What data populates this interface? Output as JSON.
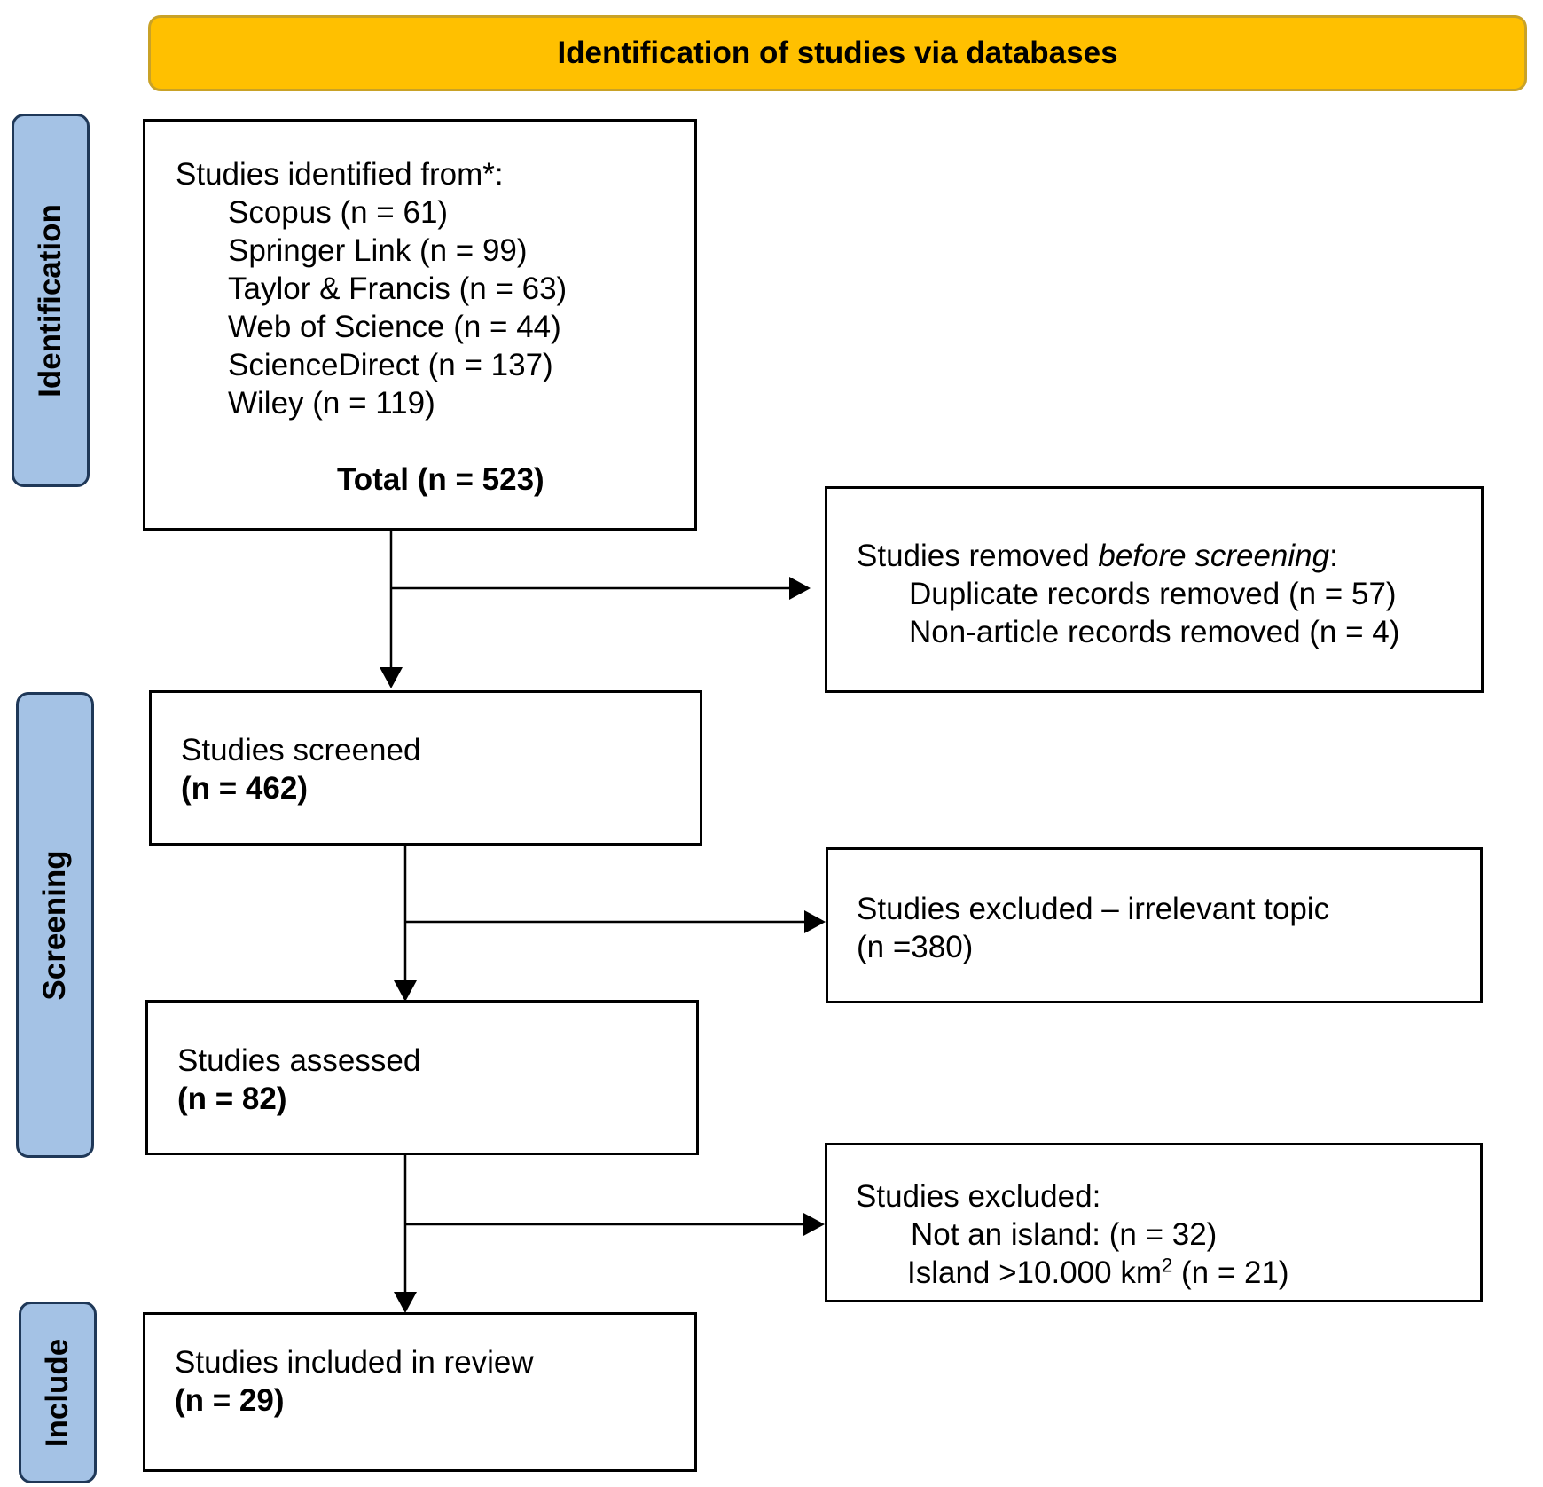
{
  "header": {
    "title": "Identification of studies via databases"
  },
  "phases": {
    "identification": "Identification",
    "screening": "Screening",
    "include": "Include"
  },
  "identified": {
    "heading": "Studies identified from*:",
    "sources": [
      "Scopus (n = 61)",
      "Springer Link (n = 99)",
      "Taylor & Francis (n = 63)",
      "Web of Science (n = 44)",
      "ScienceDirect (n = 137)",
      "Wiley (n = 119)"
    ],
    "total": "Total (n = 523)"
  },
  "removed": {
    "heading_prefix": "Studies removed ",
    "heading_italic": "before screening",
    "heading_suffix": ":",
    "items": [
      "Duplicate records removed (n = 57)",
      "Non-article records removed (n = 4)"
    ]
  },
  "screened": {
    "label": "Studies screened",
    "count": "(n = 462)"
  },
  "excluded_topic": {
    "label": "Studies excluded – irrelevant topic",
    "count": "(n =380)"
  },
  "assessed": {
    "label": "Studies assessed",
    "count": "(n = 82)"
  },
  "excluded_detail": {
    "heading": "Studies excluded:",
    "item1": "Not an island: (n = 32)",
    "item2_prefix": "Island >10.000 km",
    "item2_sup": "2",
    "item2_suffix": " (n = 21)"
  },
  "included": {
    "label": "Studies included in review",
    "count": "(n = 29)"
  }
}
